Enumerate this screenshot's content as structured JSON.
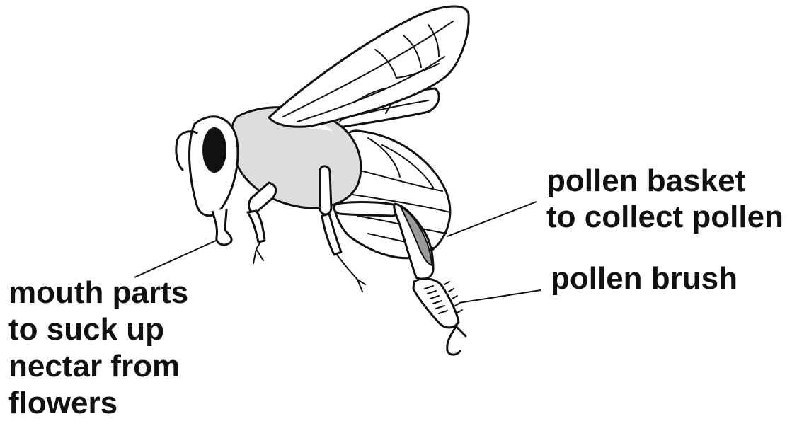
{
  "labels": {
    "pollen_basket": [
      "pollen basket",
      "to collect pollen"
    ],
    "pollen_brush": [
      "pollen brush"
    ],
    "mouth_parts": [
      "mouth parts",
      "to suck up",
      "nectar from",
      "flowers"
    ]
  },
  "colors": {
    "ink": "#111111",
    "thorax_fill": "#dcdddf",
    "pollen_basket_fill": "#9a9a9a",
    "background": "#ffffff"
  }
}
